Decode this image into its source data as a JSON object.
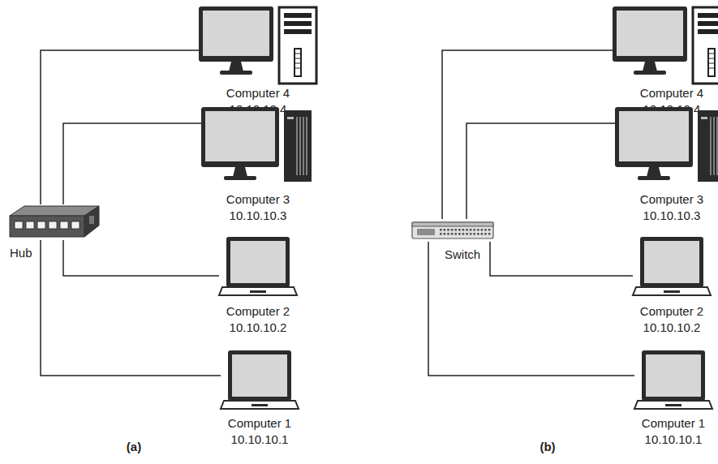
{
  "diagram": {
    "nodes": [
      {
        "text": [
          "Hub"
        ]
      },
      {
        "text": [
          "Computer 4",
          "10.10.10.4"
        ]
      },
      {
        "text": [
          "Computer 3",
          "10.10.10.3"
        ]
      },
      {
        "text": [
          "Computer 2",
          "10.10.10.2"
        ]
      },
      {
        "text": [
          "Computer 1",
          "10.10.10.1"
        ]
      },
      {
        "text": [
          "Switch"
        ]
      },
      {
        "text": [
          "Computer 4",
          "10.10.10.4"
        ]
      },
      {
        "text": [
          "Computer 3",
          "10.10.10.3"
        ]
      },
      {
        "text": [
          "Computer 2",
          "10.10.10.2"
        ]
      },
      {
        "text": [
          "Computer 1",
          "10.10.10.1"
        ]
      }
    ],
    "edges": [
      {
        "from": 0,
        "to": 1,
        "arrow": "none"
      },
      {
        "from": 0,
        "to": 2,
        "arrow": "none"
      },
      {
        "from": 0,
        "to": 3,
        "arrow": "none"
      },
      {
        "from": 0,
        "to": 4,
        "arrow": "none"
      },
      {
        "from": 5,
        "to": 6,
        "arrow": "none"
      },
      {
        "from": 5,
        "to": 7,
        "arrow": "none"
      },
      {
        "from": 5,
        "to": 8,
        "arrow": "none"
      },
      {
        "from": 5,
        "to": 9,
        "arrow": "none"
      }
    ],
    "labels": [
      "(a)",
      "(b)"
    ]
  }
}
